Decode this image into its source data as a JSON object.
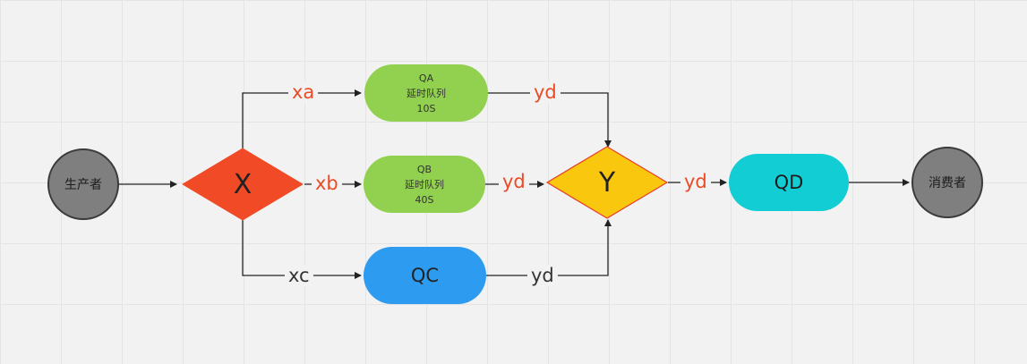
{
  "nodes": {
    "producer": "生产者",
    "consumer": "消费者",
    "exchange_x": "X",
    "exchange_y": "Y",
    "queue_a": {
      "name": "QA",
      "type": "延时队列",
      "ttl": "10S"
    },
    "queue_b": {
      "name": "QB",
      "type": "延时队列",
      "ttl": "40S"
    },
    "queue_c": "QC",
    "queue_d": "QD"
  },
  "edges": {
    "xa": "xa",
    "xb": "xb",
    "xc": "xc",
    "yd_a": "yd",
    "yd_b": "yd",
    "yd_c": "yd",
    "yd_y": "yd"
  },
  "colors": {
    "exchange_x": "#f04a26",
    "exchange_y": "#f9c80e",
    "exchange_y_border": "#e8402a",
    "delay_queue": "#92d04f",
    "queue_c": "#2d9bf0",
    "queue_d": "#13cdd4",
    "endpoint": "#7f7f7f",
    "label_red": "#ea4b25"
  }
}
